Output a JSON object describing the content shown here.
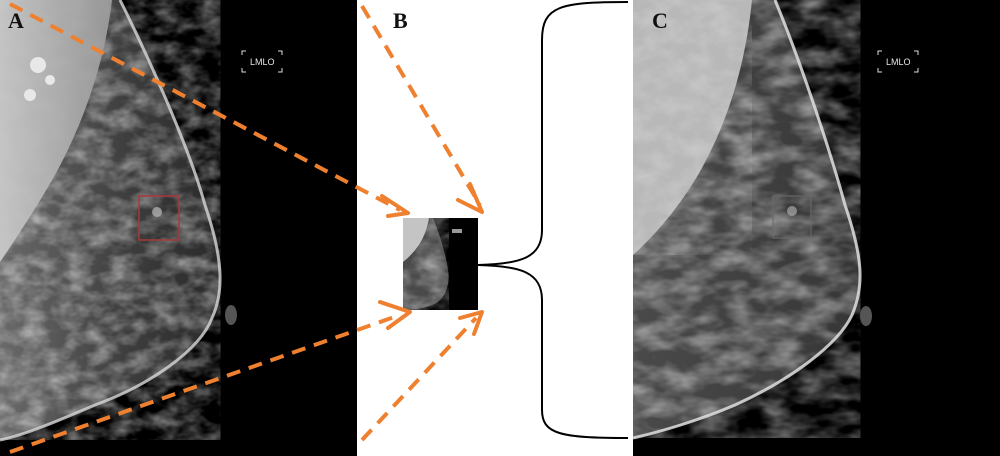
{
  "panels": {
    "a": {
      "letter": "A",
      "view_label": "LMLO"
    },
    "b": {
      "letter": "B"
    },
    "c": {
      "letter": "C",
      "view_label": "LMLO"
    }
  },
  "colors": {
    "arrow": "#ee8030",
    "roi_box": "#a8383c",
    "brace": "#000000",
    "background": "#000000"
  }
}
